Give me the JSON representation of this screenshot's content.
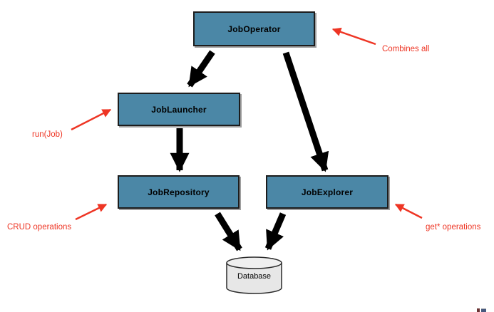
{
  "diagram": {
    "nodes": [
      {
        "id": "job-operator",
        "label": "JobOperator"
      },
      {
        "id": "job-launcher",
        "label": "JobLauncher"
      },
      {
        "id": "job-repository",
        "label": "JobRepository"
      },
      {
        "id": "job-explorer",
        "label": "JobExplorer"
      },
      {
        "id": "database",
        "label": "Database",
        "shape": "cylinder"
      }
    ],
    "edges": [
      {
        "from": "JobOperator",
        "to": "JobLauncher"
      },
      {
        "from": "JobOperator",
        "to": "JobExplorer"
      },
      {
        "from": "JobLauncher",
        "to": "JobRepository"
      },
      {
        "from": "JobRepository",
        "to": "Database"
      },
      {
        "from": "JobExplorer",
        "to": "Database"
      }
    ],
    "annotations": [
      {
        "id": "combines-all",
        "label": "Combines all",
        "target": "JobOperator"
      },
      {
        "id": "run-job",
        "label": "run(Job)",
        "target": "JobLauncher"
      },
      {
        "id": "crud-operations",
        "label": "CRUD operations",
        "target": "JobRepository"
      },
      {
        "id": "get-operations",
        "label": "get* operations",
        "target": "JobExplorer"
      }
    ],
    "colors": {
      "node_fill": "#4b87a6",
      "node_border": "#1c1c1c",
      "database_fill": "#e7e7e7",
      "edge_arrow": "#000000",
      "annotation": "#ee3524",
      "background": "#ffffff"
    }
  }
}
